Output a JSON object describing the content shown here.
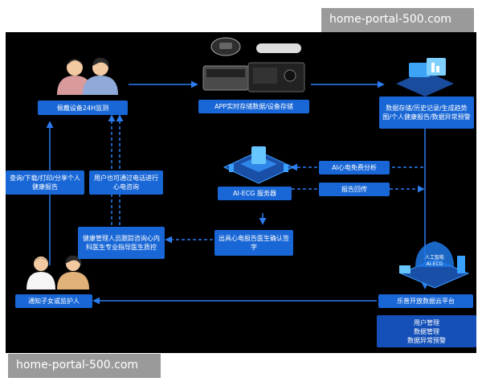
{
  "watermark": "home-portal-500.com",
  "nodes": {
    "wearable": "佩戴设备24H监测",
    "app_storage": "APP实时存储数据/设备存储",
    "data_storage": "数据存储/历史记录/生成趋势图/个人健康报告/数据异常预警",
    "ai_free": "AI心电免费分析",
    "report_back": "报告回传",
    "ai_ecg_server": "AI-ECG 服务器",
    "query": "查询/下载/打印/分享个人健康报告",
    "consult": "用户也可通过电话进行心电咨询",
    "health_mgmt": "健康管理人员跟踪咨询心内科医生专业指导医生质控",
    "issue_report": "出具心电报告医生确认签字",
    "notify": "通知子女或监护人",
    "cloud": "乐普开放数据云平台",
    "cloud_functions": "用户管理\n数据管理\n数据异常预警"
  },
  "icon_text": {
    "ai_label_1": "人工智能",
    "ai_label_2": "AI-ECG"
  },
  "colors": {
    "background": "#000000",
    "box": "#1967d6",
    "arrow": "#2b7cf0"
  }
}
